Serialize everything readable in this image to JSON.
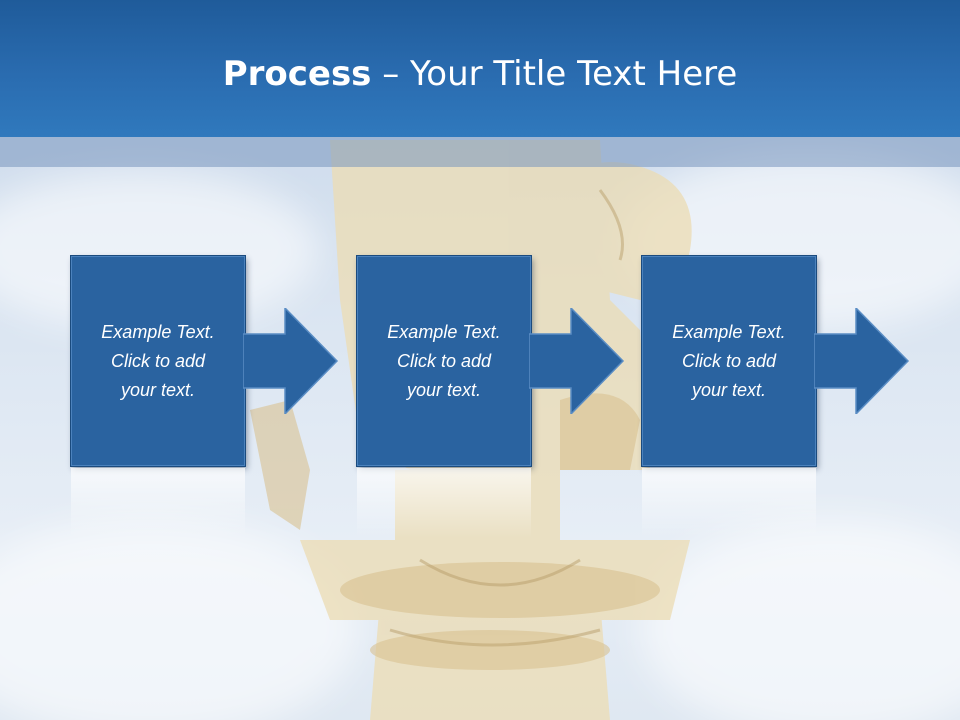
{
  "slide": {
    "title_bold": "Process",
    "title_rest": " – Your Title Text Here"
  },
  "steps": [
    {
      "text": "Example Text.\nClick  to add\nyour text."
    },
    {
      "text": "Example Text.\nClick  to add\nyour text."
    },
    {
      "text": "Example Text.\nClick  to add\nyour text."
    }
  ],
  "colors": {
    "title_bar": "#2a6cb0",
    "box_fill": "#2a63a0",
    "arrow_fill": "#2a63a0",
    "text": "#ffffff"
  },
  "icons": [
    "right-arrow-icon",
    "statue-background-image"
  ]
}
